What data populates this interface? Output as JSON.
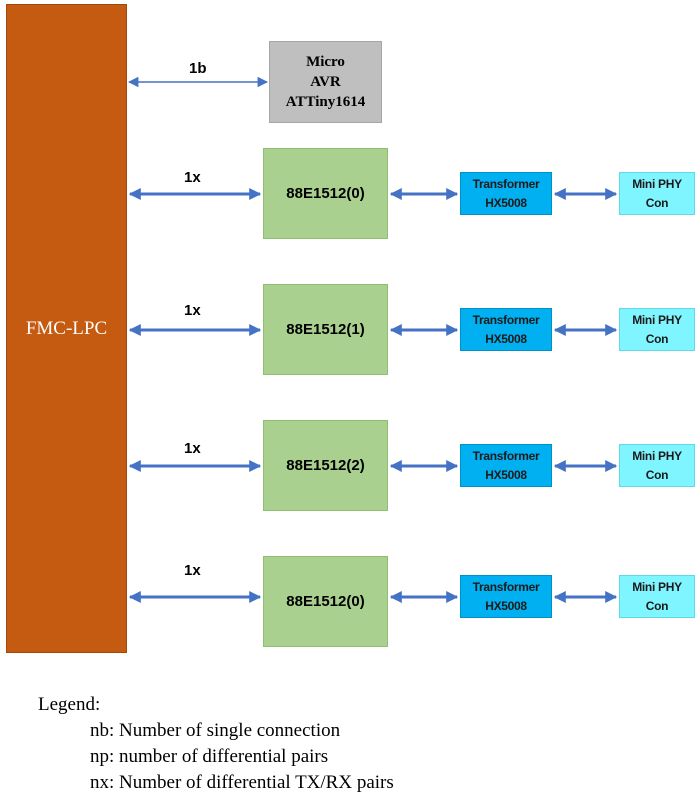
{
  "fmc": {
    "label": "FMC-LPC"
  },
  "micro": {
    "line1": "Micro",
    "line2": "AVR",
    "line3": "ATTiny1614",
    "link_label": "1b"
  },
  "channels": [
    {
      "phy": "88E1512(0)",
      "link_label": "1x",
      "transformer_line1": "Transformer",
      "transformer_line2": "HX5008",
      "connector_line1": "Mini PHY",
      "connector_line2": "Con"
    },
    {
      "phy": "88E1512(1)",
      "link_label": "1x",
      "transformer_line1": "Transformer",
      "transformer_line2": "HX5008",
      "connector_line1": "Mini PHY",
      "connector_line2": "Con"
    },
    {
      "phy": "88E1512(2)",
      "link_label": "1x",
      "transformer_line1": "Transformer",
      "transformer_line2": "HX5008",
      "connector_line1": "Mini PHY",
      "connector_line2": "Con"
    },
    {
      "phy": "88E1512(0)",
      "link_label": "1x",
      "transformer_line1": "Transformer",
      "transformer_line2": "HX5008",
      "connector_line1": "Mini PHY",
      "connector_line2": "Con"
    }
  ],
  "legend": {
    "title": "Legend:",
    "items": [
      "nb: Number of single connection",
      "np: number of differential pairs",
      "nx: Number of differential TX/RX pairs"
    ]
  },
  "colors": {
    "fmc": "#c55a11",
    "micro": "#bfbfbf",
    "phy": "#a9d08e",
    "transformer": "#00b0f0",
    "connector": "#7ff5ff",
    "arrow": "#4472c4"
  }
}
